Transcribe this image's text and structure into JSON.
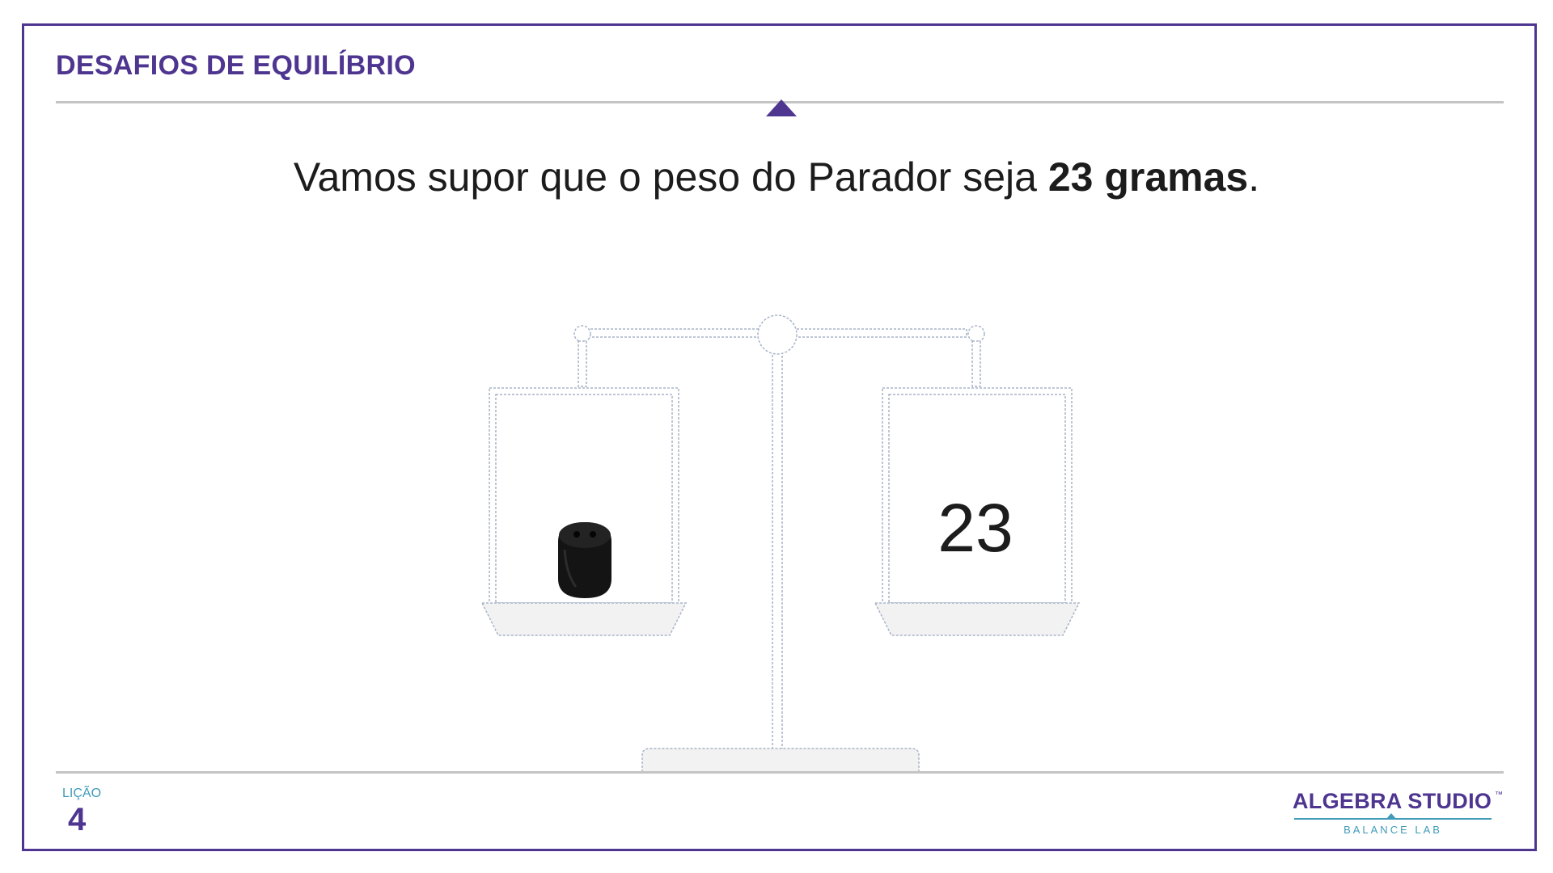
{
  "header": {
    "title": "DESAFIOS DE EQUILÍBRIO"
  },
  "statement": {
    "prefix": "Vamos supor que o peso do Parador seja ",
    "emphasis": "23 gramas",
    "suffix": "."
  },
  "scale": {
    "left_pan": {
      "object": "stopper-icon"
    },
    "right_pan": {
      "value": "23"
    }
  },
  "footer": {
    "lesson_label": "LIÇÃO",
    "lesson_number": "4"
  },
  "logo": {
    "main": "ALGEBRA STUDIO",
    "tm": "™",
    "sub": "BALANCE LAB"
  },
  "colors": {
    "brand_purple": "#4e3590",
    "accent_teal": "#3f9bb8",
    "scale_outline": "#a9b4c8",
    "scale_fill": "#f2f2f2"
  }
}
